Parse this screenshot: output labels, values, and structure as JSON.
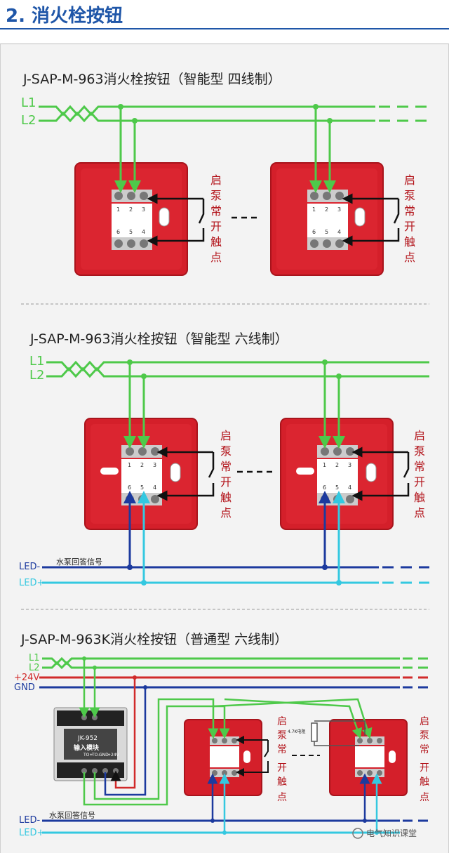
{
  "header": {
    "title": "2. 消火栓按钮"
  },
  "sections": [
    {
      "title": "J-SAP-M-963消火栓按钮（智能型 四线制）",
      "contact_label": [
        "启",
        "泵",
        "常",
        "开",
        "触",
        "点"
      ]
    },
    {
      "title": "J-SAP-M-963消火栓按钮（智能型 六线制）",
      "contact_label": [
        "启",
        "泵",
        "常",
        "开",
        "触",
        "点"
      ]
    },
    {
      "title": "J-SAP-M-963K消火栓按钮（普通型 六线制）",
      "contact_label": [
        "启",
        "泵",
        "常",
        "开",
        "触",
        "点"
      ]
    }
  ],
  "buses": {
    "L1": "L1",
    "L2": "L2",
    "LED_minus": "LED-",
    "LED_plus": "LED+",
    "P24V": "+24V",
    "GND": "GND"
  },
  "signal_label": "水泵回答信号",
  "terminal_numbers": {
    "top": [
      "1",
      "2",
      "3"
    ],
    "bottom": [
      "6",
      "5",
      "4"
    ]
  },
  "module": {
    "code": "JK-952",
    "name": "输入模块"
  },
  "module_terminals": [
    "TO+",
    "TO-",
    "GND",
    "+24V"
  ],
  "resistor_label": "4.7K电阻",
  "watermark": "电气知识课堂",
  "colors": {
    "green": "#4ec94a",
    "red": "#d12a2a",
    "navy": "#1c3a9e",
    "cyan": "#34c8e0",
    "button_red": "#d41f2a",
    "text_red": "#b3141b",
    "title_blue": "#1f56a8"
  }
}
